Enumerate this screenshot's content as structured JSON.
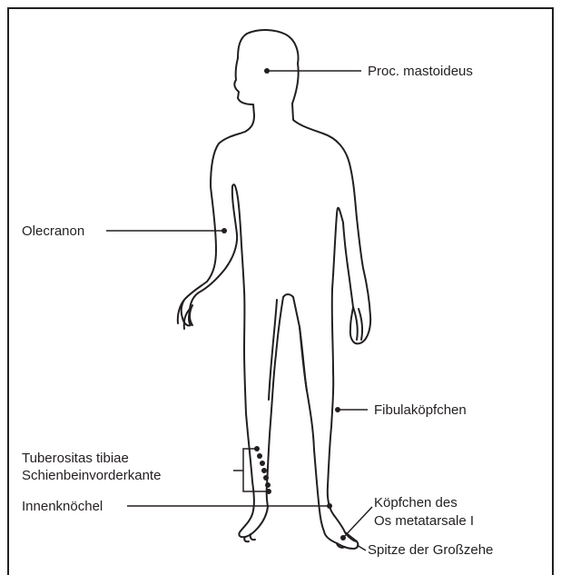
{
  "labels": {
    "proc_mastoideus": "Proc. mastoideus",
    "olecranon": "Olecranon",
    "fibulakoepfchen": "Fibulaköpfchen",
    "tuberositas_tibiae": "Tuberositas tibiae",
    "schienbeinvorderkante": "Schienbeinvorderkante",
    "innenknoechel": "Innenknöchel",
    "koepfchen_des": "Köpfchen des",
    "os_metatarsale": "Os metatarsale I",
    "spitze_grosszehe": "Spitze der Großzehe"
  },
  "colors": {
    "line": "#231f20",
    "background": "#ffffff"
  }
}
